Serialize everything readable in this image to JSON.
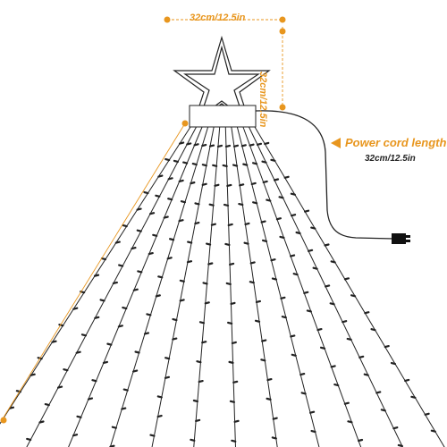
{
  "dimensions": {
    "star_width": "32cm/12.5in",
    "star_height": "32cm/12.5in"
  },
  "power_cord": {
    "title": "Power cord length",
    "value": "32cm/12.5in"
  },
  "colors": {
    "accent": "#e8961e",
    "wire": "#222222",
    "background": "#ffffff"
  },
  "icons": [
    "star-topper-icon",
    "power-plug-icon",
    "arrow-left-icon"
  ]
}
